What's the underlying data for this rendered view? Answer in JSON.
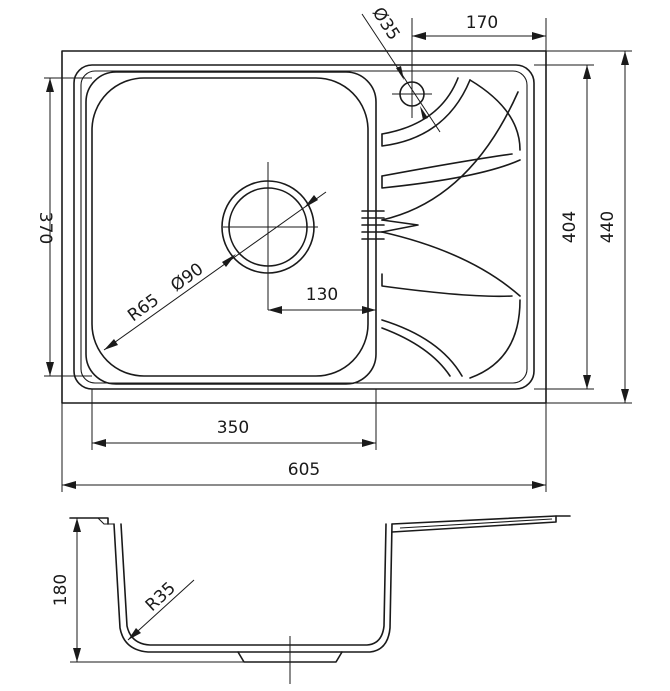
{
  "drawing": {
    "dims": {
      "overall_width": "605",
      "bowl_width": "350",
      "drainer_width": "170",
      "overall_depth": "440",
      "inner_depth": "404",
      "bowl_depth": "370",
      "drain_offset": "130",
      "corner_radius": "R65",
      "drain_diameter": "Ø90",
      "tap_hole_diameter": "Ø35",
      "bowl_height": "180",
      "bottom_radius": "R35"
    }
  }
}
